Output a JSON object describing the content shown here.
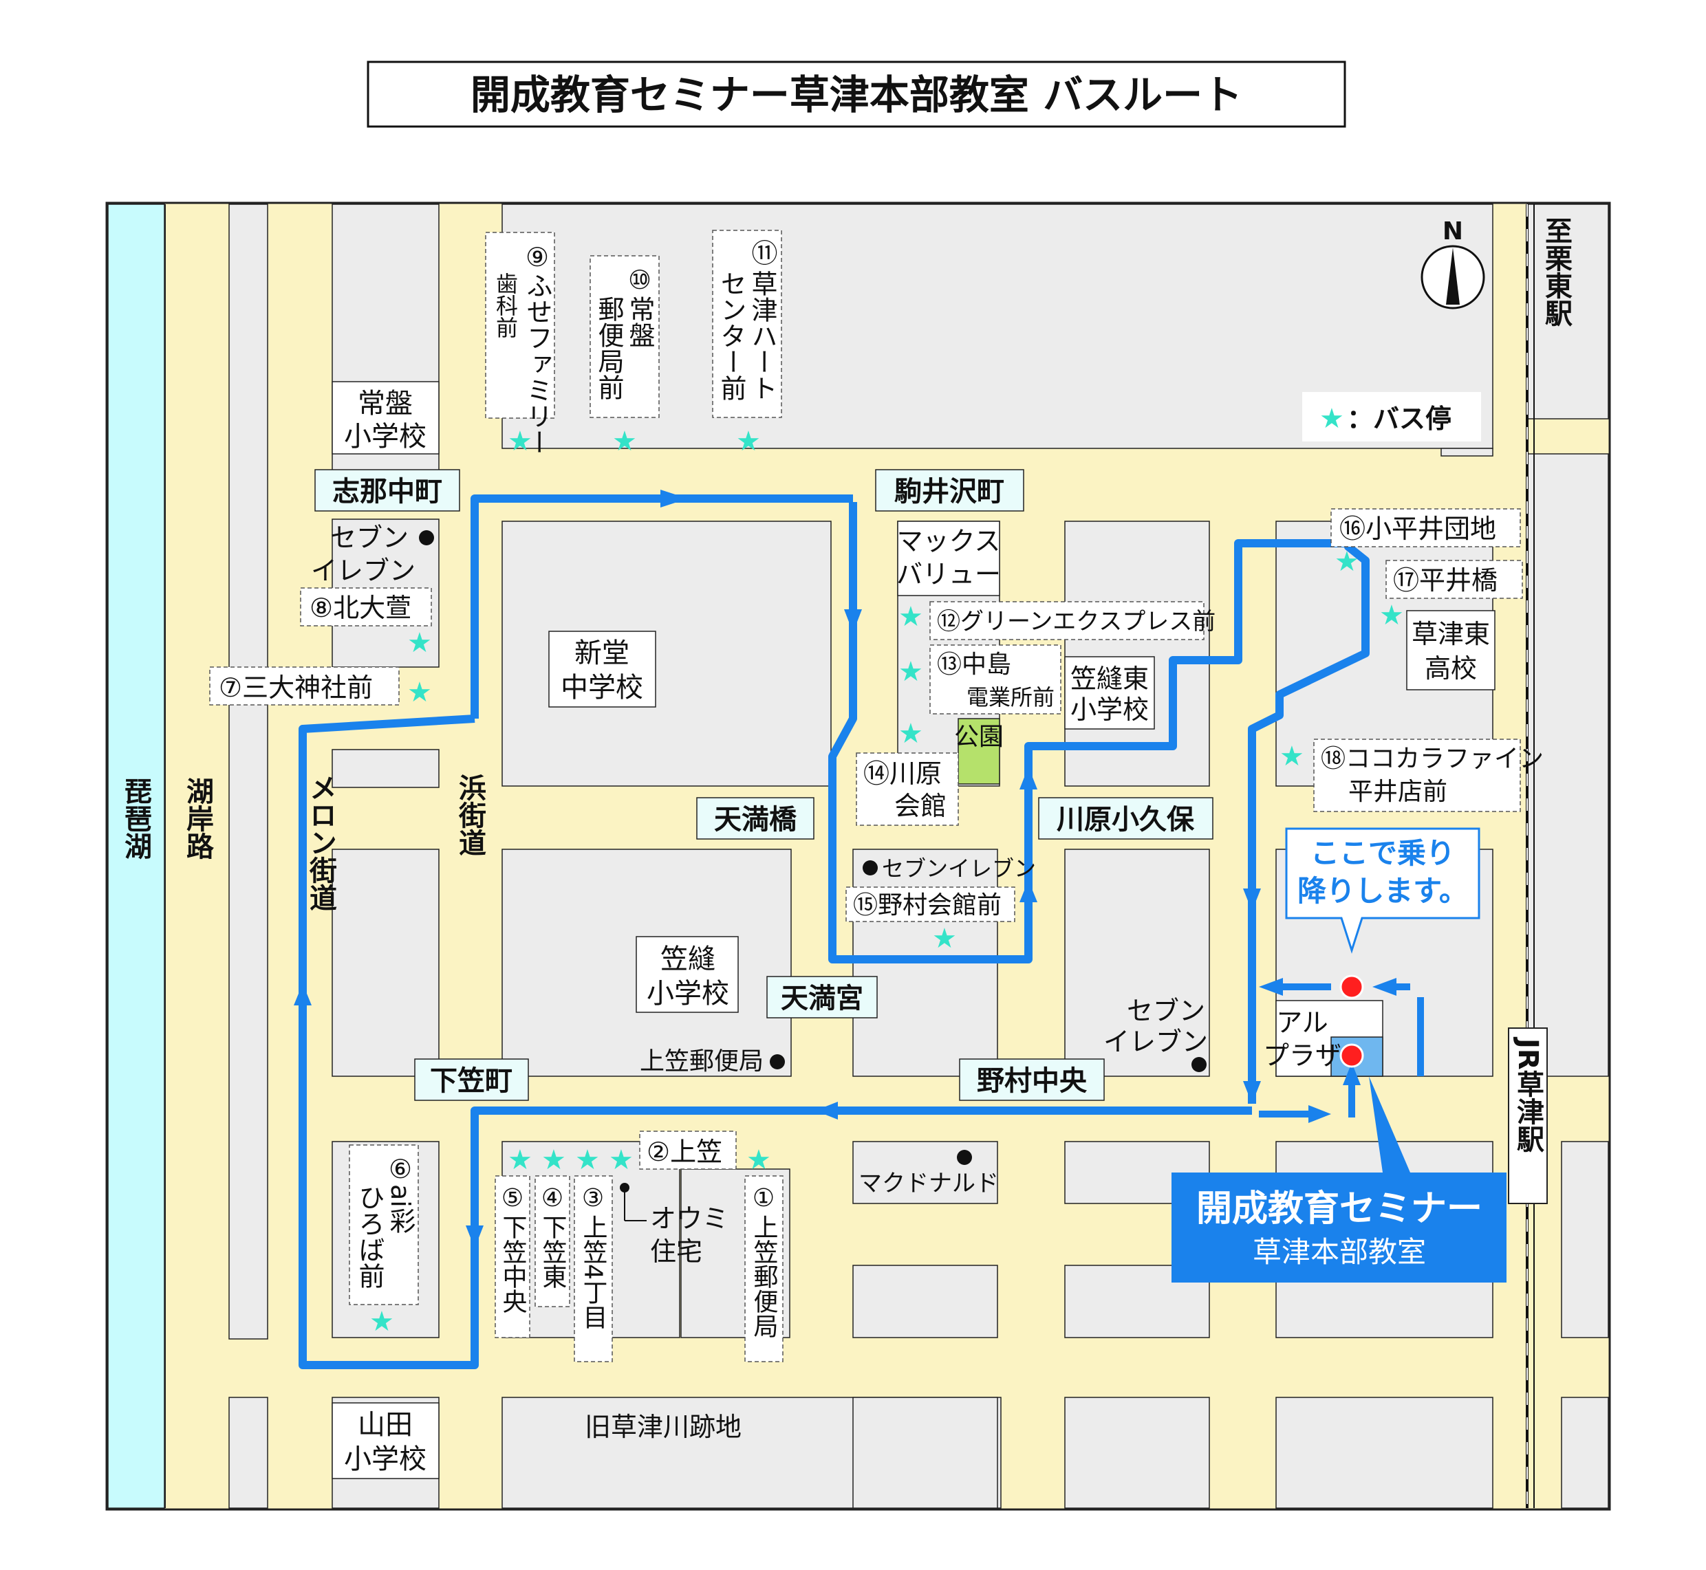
{
  "title": "開成教育セミナー草津本部教室 バスルート",
  "north": "N",
  "legend": {
    "star": "★",
    "label": "：バス停"
  },
  "colors": {
    "route": "#1a82ec",
    "road": "#fbf3c3",
    "block": "#ececec",
    "lake": "#c8fbfd",
    "stopFrame": "#555555",
    "star": "#34e3c8",
    "label": "#e9fcfb",
    "park": "#b5e16b",
    "dot": "#ff1f1f",
    "school": "#1a82ec"
  },
  "areas": {
    "lake": "琵琶湖",
    "lakeside_road": "湖岸路",
    "melon_road": "メロン街道",
    "hama_road": "浜街道",
    "to_station": "至栗東駅",
    "jr_station": "JR草津駅",
    "old_river": "旧草津川跡地"
  },
  "schools": [
    {
      "lines": [
        "常盤",
        "小学校"
      ]
    },
    {
      "lines": [
        "新堂",
        "中学校"
      ]
    },
    {
      "lines": [
        "笠縫",
        "小学校"
      ]
    },
    {
      "lines": [
        "笠縫東",
        "小学校"
      ]
    },
    {
      "lines": [
        "草津東",
        "高校"
      ]
    },
    {
      "lines": [
        "山田",
        "小学校"
      ]
    }
  ],
  "places": {
    "maxvalu": [
      "マックス",
      "バリュー"
    ],
    "park": "公園",
    "seven_1": [
      "セブン",
      "イレブン"
    ],
    "seven_2": "セブンイレブン",
    "seven_3": [
      "セブン",
      "イレブン"
    ],
    "post_office": "上笠郵便局",
    "mcdonalds": "マクドナルド",
    "oumi": [
      "オウミ",
      "住宅"
    ],
    "alplaza": [
      "アル",
      "プラザ"
    ]
  },
  "intersections": [
    "志那中町",
    "駒井沢町",
    "天満橋",
    "川原小久保",
    "天満宮",
    "下笠町",
    "野村中央"
  ],
  "stops_h": {
    "s7": "⑦三大神社前",
    "s8": "⑧北大萱",
    "s12": "⑫グリーンエクスプレス前",
    "s13": [
      "⑬中島",
      "電業所前"
    ],
    "s14": [
      "⑭川原",
      "会館"
    ],
    "s15": "⑮野村会館前",
    "s16": "⑯小平井団地",
    "s17": "⑰平井橋",
    "s18": [
      "⑱ココカラファイン",
      "平井店前"
    ],
    "s2": "②上笠"
  },
  "stops_v": {
    "s9": [
      "⑨",
      "ふせファミリー",
      "歯科前"
    ],
    "s10": [
      "⑩",
      "常盤",
      "郵便局前"
    ],
    "s11": [
      "⑪",
      "草津ハート",
      "センター前"
    ],
    "s6": [
      "⑥",
      "ai彩",
      "ひろば前"
    ],
    "s5": [
      "⑤",
      "下笠中央"
    ],
    "s4": [
      "④",
      "下笠東"
    ],
    "s3": [
      "③",
      "上笠4丁目"
    ],
    "s1": [
      "①",
      "上笠郵便局"
    ]
  },
  "callout": [
    "ここで乗り",
    "降りします。"
  ],
  "school_box": {
    "name": "開成教育セミナー",
    "branch": "草津本部教室"
  }
}
